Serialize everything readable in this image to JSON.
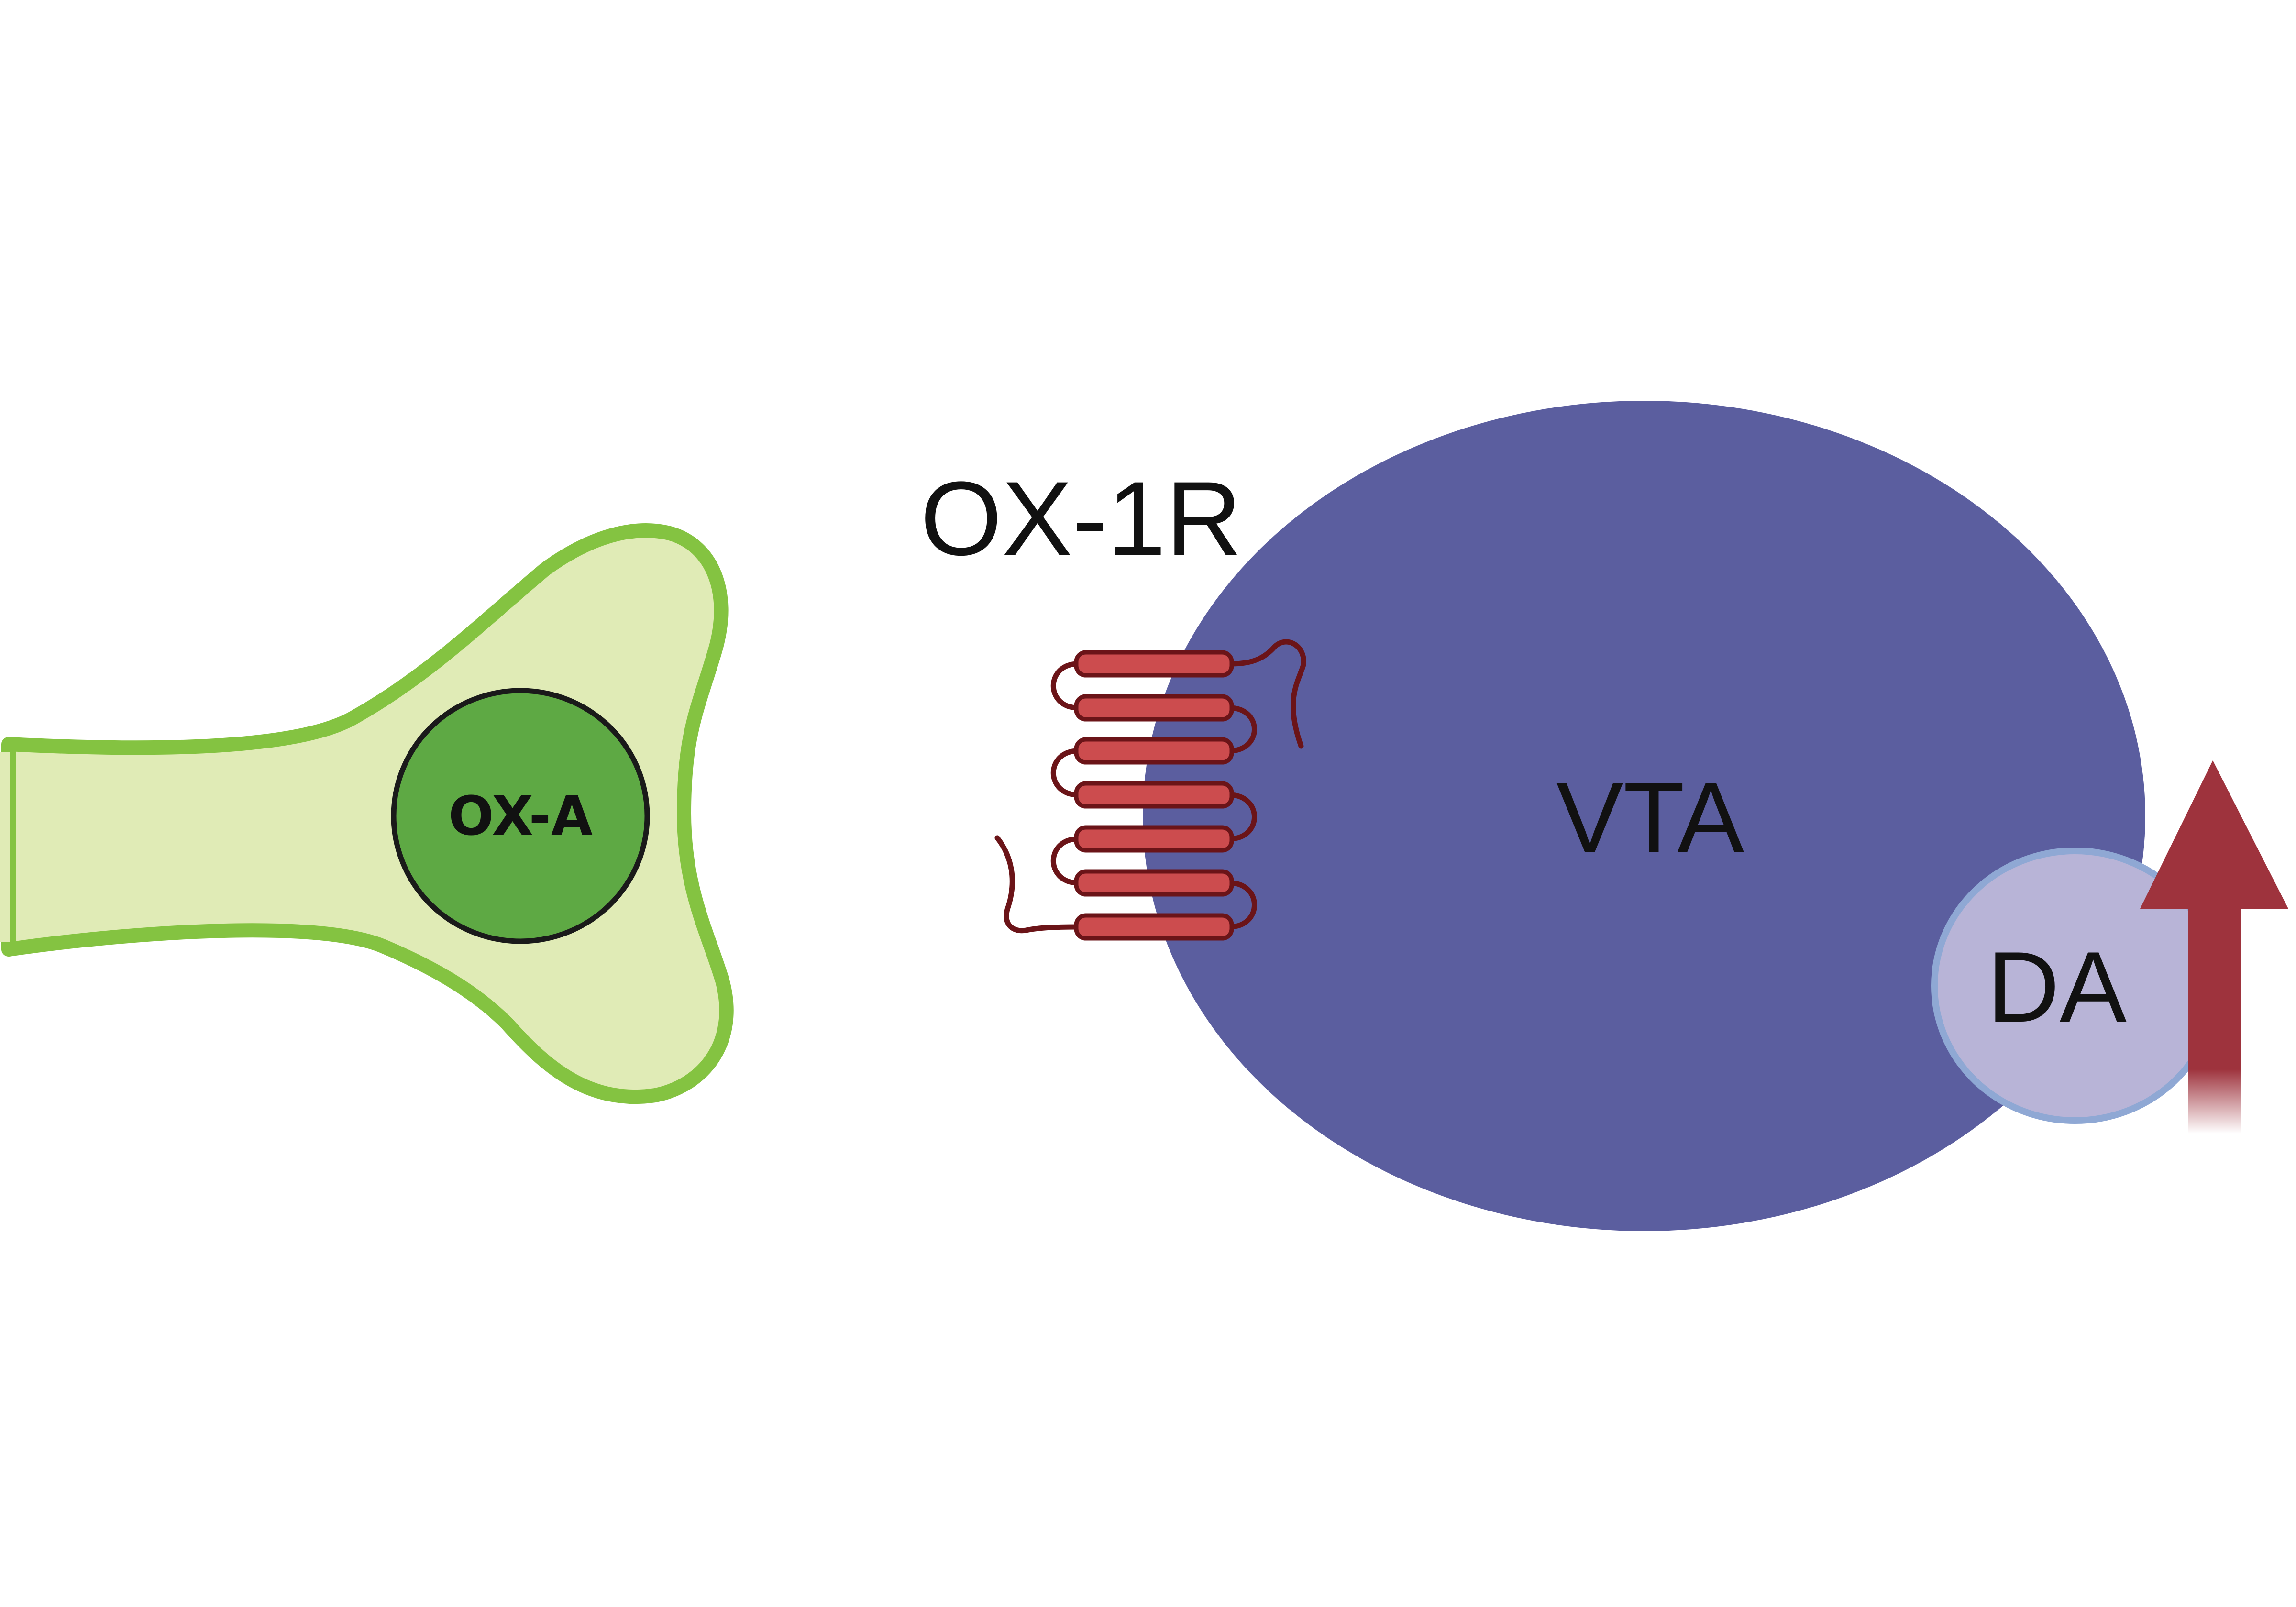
{
  "labels": {
    "receptor": "OX-1R",
    "vesicle": "OX-A",
    "target": "VTA",
    "dopamine": "DA"
  },
  "colors": {
    "neuron_fill": "#e0ebb6",
    "neuron_outline": "#84c341",
    "vesicle_fill": "#5ea944",
    "vesicle_outline": "#1a1a1a",
    "vta_fill": "#5b5e9f",
    "da_fill": "#b8b4d7",
    "da_outline": "#8fa8d4",
    "receptor_fill": "#cc4c4e",
    "receptor_outline": "#6b1418",
    "arrow": "#9e333d"
  },
  "icons": {
    "arrow": "up-arrow-icon",
    "receptor": "gpcr-receptor-icon"
  }
}
